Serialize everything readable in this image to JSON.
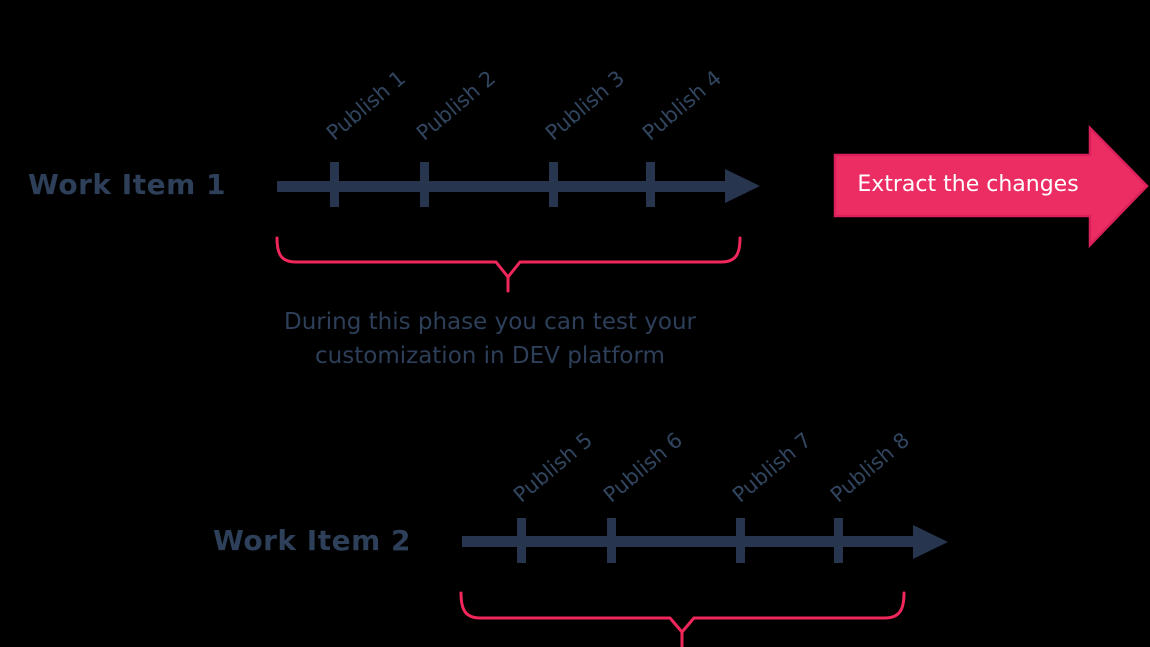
{
  "colors": {
    "background": "#000000",
    "navy": "#27364E",
    "text_navy": "#2D3F59",
    "publish_navy": "#31455F",
    "pink": "#EC2D63",
    "pink_dark": "#D9205A",
    "brace_pink": "#F1275C",
    "white": "#FFFFFF"
  },
  "work_item_1": {
    "title": "Work Item 1",
    "publishes": [
      "Publish 1",
      "Publish 2",
      "Publish 3",
      "Publish 4"
    ]
  },
  "work_item_2": {
    "title": "Work Item 2",
    "publishes": [
      "Publish 5",
      "Publish 6",
      "Publish 7",
      "Publish 8"
    ]
  },
  "extract_arrow": {
    "label": "Extract the changes"
  },
  "annotation": {
    "lines": [
      "During this phase you can test your",
      "customization in DEV platform"
    ]
  }
}
